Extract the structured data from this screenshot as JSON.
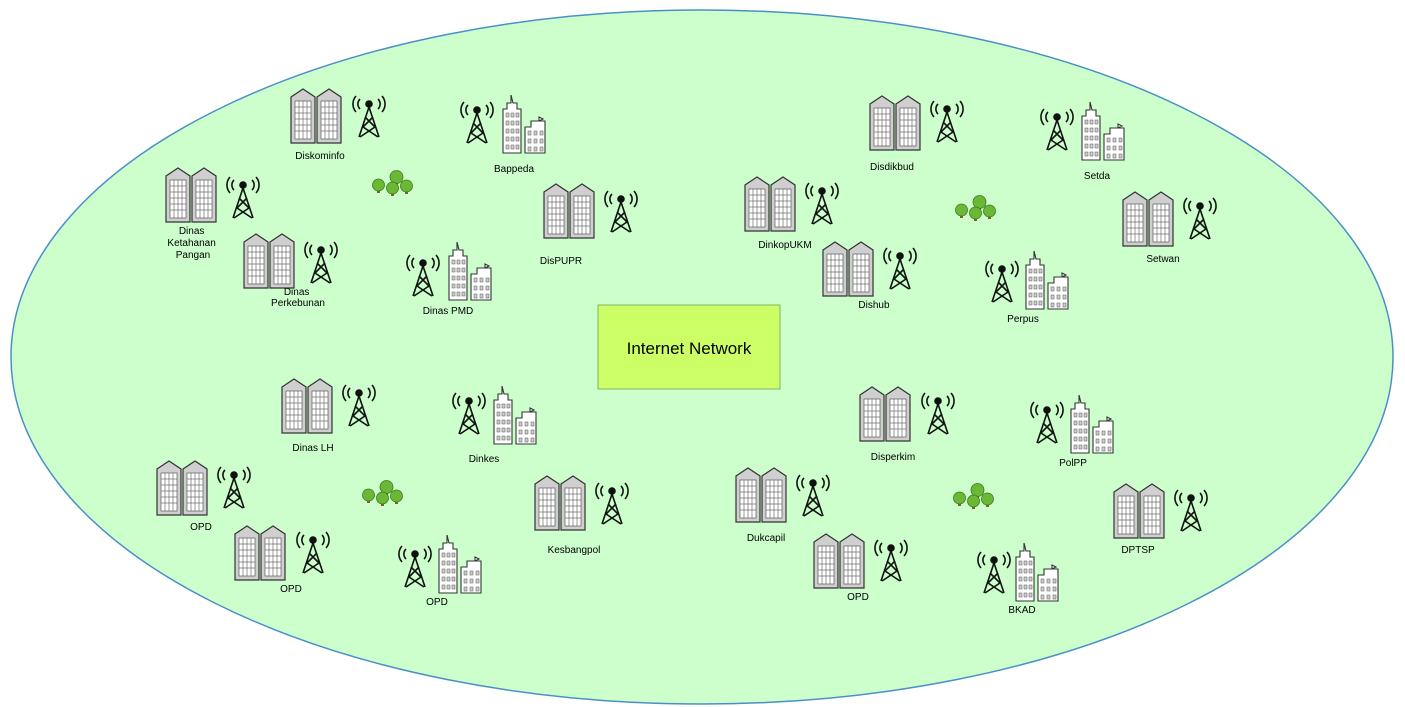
{
  "diagram": {
    "center_node": {
      "label": "Internet Network"
    },
    "colors": {
      "network_fill": "#ccffcc",
      "network_stroke": "#4a90c8",
      "center_fill": "#ccff66",
      "center_stroke": "#82b366",
      "building_fill": "#cccccc",
      "tree_green": "#6bb836",
      "tree_trunk": "#8a5a2b"
    },
    "sites": [
      {
        "label": "Diskominfo",
        "icon": "office-towers-icon"
      },
      {
        "label": "Bappeda",
        "icon": "skyscraper-icon"
      },
      {
        "label": "Dinas Ketahanan Pangan",
        "icon": "office-towers-icon"
      },
      {
        "label": "Dinas Perkebunan",
        "icon": "office-towers-icon"
      },
      {
        "label": "DisPUPR",
        "icon": "office-towers-icon"
      },
      {
        "label": "Dinas PMD",
        "icon": "skyscraper-icon"
      },
      {
        "label": "Disdikbud",
        "icon": "office-towers-icon"
      },
      {
        "label": "Setda",
        "icon": "skyscraper-icon"
      },
      {
        "label": "DinkopUKM",
        "icon": "office-towers-icon"
      },
      {
        "label": "Setwan",
        "icon": "office-towers-icon"
      },
      {
        "label": "Dishub",
        "icon": "office-towers-icon"
      },
      {
        "label": "Perpus",
        "icon": "skyscraper-icon"
      },
      {
        "label": "Dinas LH",
        "icon": "office-towers-icon"
      },
      {
        "label": "Dinkes",
        "icon": "skyscraper-icon"
      },
      {
        "label": "OPD",
        "icon": "office-towers-icon"
      },
      {
        "label": "OPD",
        "icon": "office-towers-icon"
      },
      {
        "label": "OPD",
        "icon": "skyscraper-icon"
      },
      {
        "label": "Kesbangpol",
        "icon": "office-towers-icon"
      },
      {
        "label": "Disperkim",
        "icon": "office-towers-icon"
      },
      {
        "label": "PolPP",
        "icon": "skyscraper-icon"
      },
      {
        "label": "Dukcapil",
        "icon": "office-towers-icon"
      },
      {
        "label": "OPD",
        "icon": "office-towers-icon"
      },
      {
        "label": "DPTSP",
        "icon": "office-towers-icon"
      },
      {
        "label": "BKAD",
        "icon": "skyscraper-icon"
      }
    ],
    "tree_groups": 4
  }
}
